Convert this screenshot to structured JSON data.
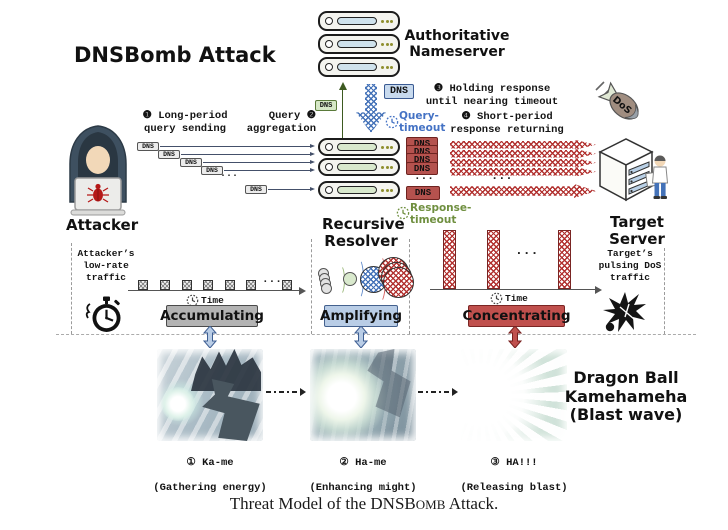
{
  "title": "DNSBomb Attack",
  "caption": {
    "pre": "Threat Model of the ",
    "brand_caps": "DNSB",
    "brand_small": "OMB",
    "post": " Attack."
  },
  "dns": "DNS",
  "ellipsis": "...",
  "time_label": "Time",
  "bomb_text": "DoS",
  "authoritative_label": "Authoritative\nNameserver",
  "steps": {
    "s1": "❶ Long-period\nquery sending",
    "s2": "Query ❷\naggregation",
    "s3": "❸ Holding response\nuntil nearing timeout",
    "s4": "❹ Short-period\nresponse returning"
  },
  "timeouts": {
    "query": "Query-\ntimeout",
    "response": "Response-\ntimeout"
  },
  "entities": {
    "attacker": {
      "label": "Attacker",
      "traffic": "Attacker’s\nlow-rate\ntraffic",
      "phase": "Accumulating"
    },
    "resolver": {
      "label": "Recursive\nResolver",
      "phase": "Amplifying"
    },
    "target": {
      "label": "Target\nServer",
      "traffic": "Target’s\npulsing DoS\ntraffic",
      "phase": "Concentrating"
    }
  },
  "dragonball": {
    "title": "Dragon Ball\nKamehameha\n(Blast wave)",
    "frames": [
      {
        "caption": "① Ka-me",
        "sub": "(Gathering energy)"
      },
      {
        "caption": "② Ha-me",
        "sub": "(Enhancing might)"
      },
      {
        "caption": "③ HA!!!",
        "sub": "(Releasing blast)"
      }
    ]
  },
  "colors": {
    "query_timeout": "#4472c4",
    "response_timeout": "#6f8f3f",
    "attack_red": "#b23230",
    "phase_gray": "#b3b3b3",
    "phase_blue": "#b9cde6",
    "phase_red": "#c0504d"
  }
}
